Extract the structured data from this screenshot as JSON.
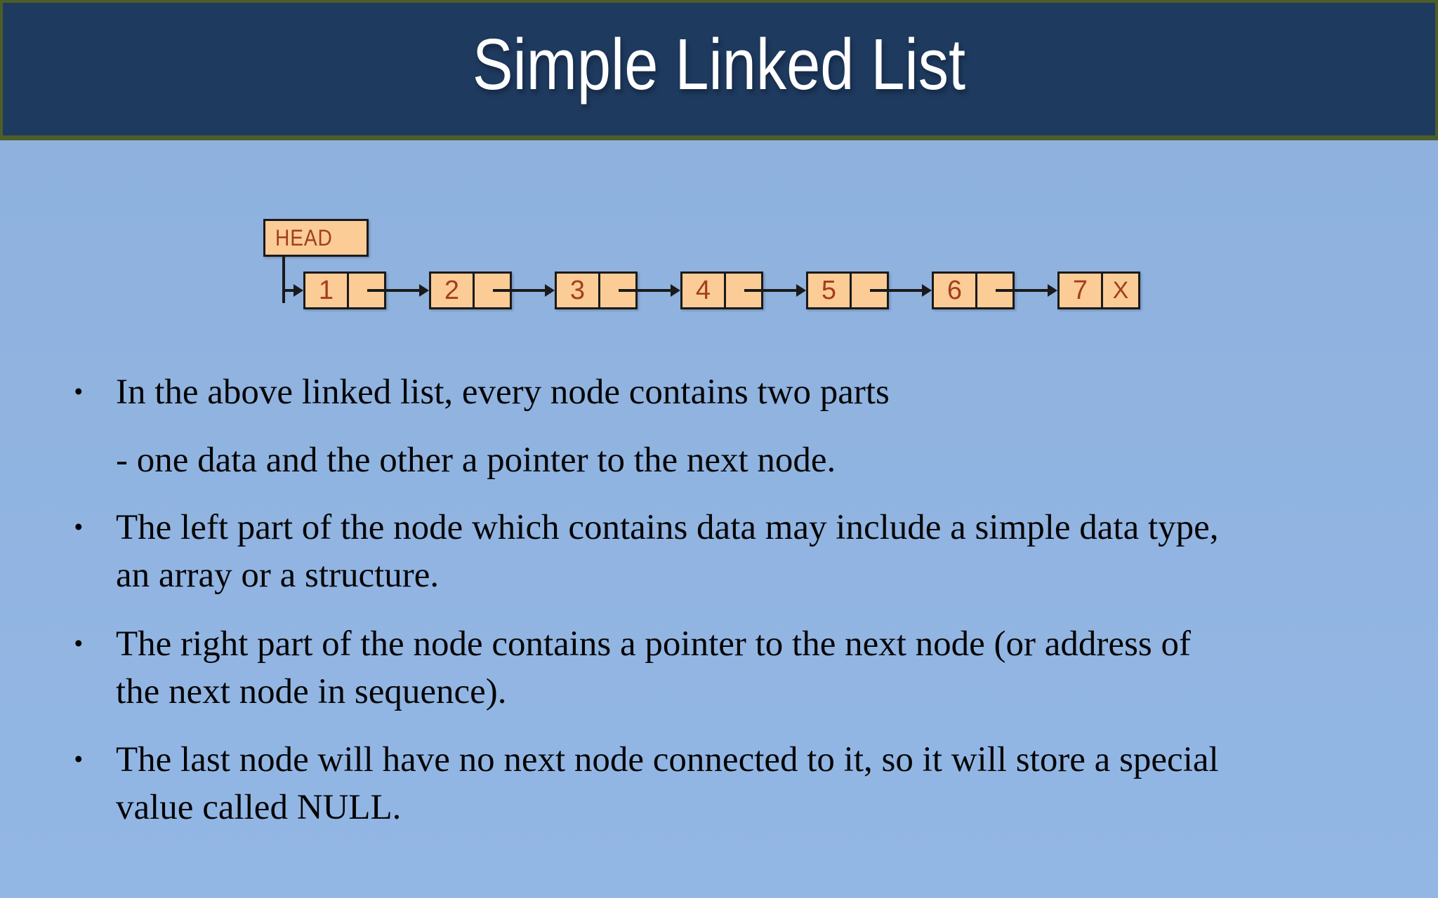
{
  "title": "Simple Linked List",
  "bullet_glyph": "•",
  "diagram": {
    "head_label": "HEAD",
    "nodes": [
      {
        "value": "1",
        "pointer": ""
      },
      {
        "value": "2",
        "pointer": ""
      },
      {
        "value": "3",
        "pointer": ""
      },
      {
        "value": "4",
        "pointer": ""
      },
      {
        "value": "5",
        "pointer": ""
      },
      {
        "value": "6",
        "pointer": ""
      },
      {
        "value": "7",
        "pointer": "X"
      }
    ]
  },
  "bullets": [
    {
      "has_marker": true,
      "lines": [
        "In the above linked list, every node contains two parts"
      ]
    },
    {
      "has_marker": false,
      "lines": [
        "- one data and the other a pointer to the next node."
      ]
    },
    {
      "has_marker": true,
      "lines": [
        "The left part of the node which contains data may include a simple data type,",
        "an array or a structure."
      ]
    },
    {
      "has_marker": true,
      "lines": [
        "The right part of the node contains a pointer to the next node (or address of",
        "the next node in sequence)."
      ]
    },
    {
      "has_marker": true,
      "lines": [
        "The last node will have no next node connected to it, so it will store a special",
        "value called NULL."
      ]
    }
  ],
  "colors": {
    "title_band_bg": "#1e3a5e",
    "band_border": "#4c5e28",
    "slide_bg": "#90b3e0",
    "title_text": "#ffffff",
    "node_fill": "#fbcc96",
    "node_border": "#1a1a1a",
    "node_text": "#a33e20",
    "body_text": "#050505"
  }
}
